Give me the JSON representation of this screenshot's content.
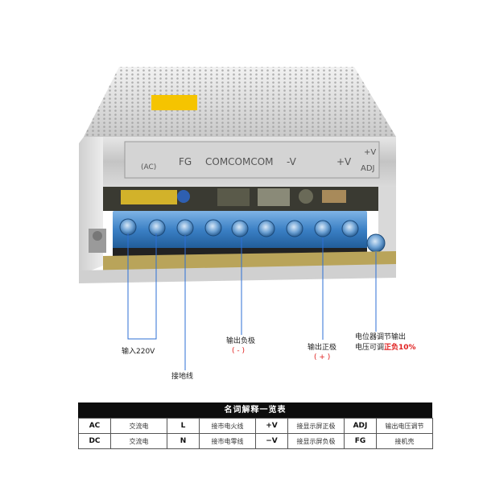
{
  "photo": {
    "front_label": {
      "ac_text": "(AC)",
      "fg_text": "FG",
      "com_text": "COMCOMCOM",
      "v_minus_text": "-V",
      "v_plus_text": "+V",
      "adj_top_text": "+V",
      "adj_bottom_text": "ADJ"
    }
  },
  "callouts": {
    "input": "输入220V",
    "ground": "接地线",
    "negative": "输出负极",
    "negative_sign": "( - )",
    "positive": "输出正极",
    "positive_sign": "( + )",
    "adjust_line1": "电位器调节输出",
    "adjust_line2_prefix": "电压可调",
    "adjust_line2_highlight": "正负10%"
  },
  "legend": {
    "title": "名词解释一览表",
    "rows": [
      [
        {
          "sym": "AC",
          "desc": "交流电"
        },
        {
          "sym": "L",
          "desc": "接市电火线"
        },
        {
          "sym": "+V",
          "desc": "接显示屏正极"
        },
        {
          "sym": "ADJ",
          "desc": "输出电压调节"
        }
      ],
      [
        {
          "sym": "DC",
          "desc": "交流电"
        },
        {
          "sym": "N",
          "desc": "接市电零线"
        },
        {
          "sym": "−V",
          "desc": "接显示屏负极"
        },
        {
          "sym": "FG",
          "desc": "接机壳"
        }
      ]
    ]
  },
  "colors": {
    "terminal_blue": "#3a7fc4",
    "callout_line": "#2d6fd6",
    "highlight_red": "#e0201f"
  }
}
